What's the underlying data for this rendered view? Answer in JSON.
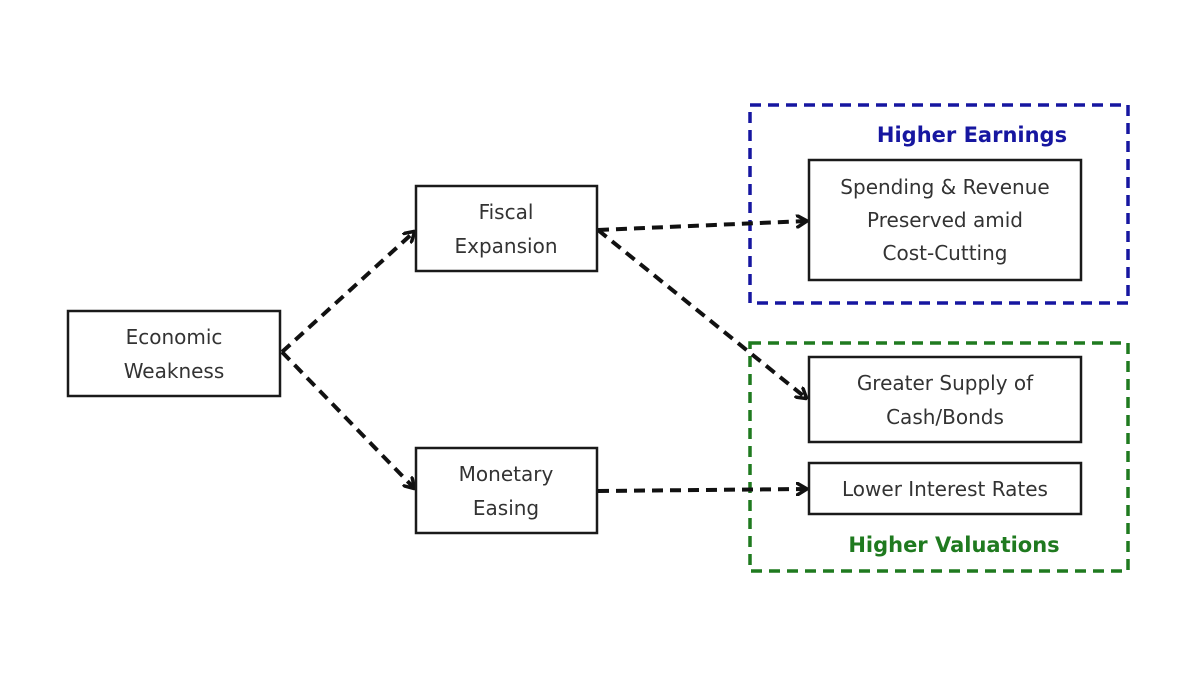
{
  "colors": {
    "earnings": "#1616a0",
    "valuations": "#1f7a1f",
    "box_border": "#1a1a1a",
    "text": "#333333",
    "arrow": "#111111"
  },
  "groups": {
    "earnings": {
      "title": "Higher Earnings"
    },
    "valuations": {
      "title": "Higher Valuations"
    }
  },
  "nodes": {
    "economic_weakness": {
      "lines": [
        "Economic",
        "Weakness"
      ]
    },
    "fiscal_expansion": {
      "lines": [
        "Fiscal",
        "Expansion"
      ]
    },
    "monetary_easing": {
      "lines": [
        "Monetary",
        "Easing"
      ]
    },
    "spending_revenue": {
      "lines": [
        "Spending & Revenue",
        "Preserved amid",
        "Cost-Cutting"
      ]
    },
    "greater_supply": {
      "lines": [
        "Greater Supply of",
        "Cash/Bonds"
      ]
    },
    "lower_rates": {
      "lines": [
        "Lower Interest Rates"
      ]
    }
  },
  "edges": [
    {
      "from": "economic_weakness",
      "to": "fiscal_expansion"
    },
    {
      "from": "economic_weakness",
      "to": "monetary_easing"
    },
    {
      "from": "fiscal_expansion",
      "to": "spending_revenue"
    },
    {
      "from": "fiscal_expansion",
      "to": "greater_supply"
    },
    {
      "from": "monetary_easing",
      "to": "lower_rates"
    }
  ]
}
